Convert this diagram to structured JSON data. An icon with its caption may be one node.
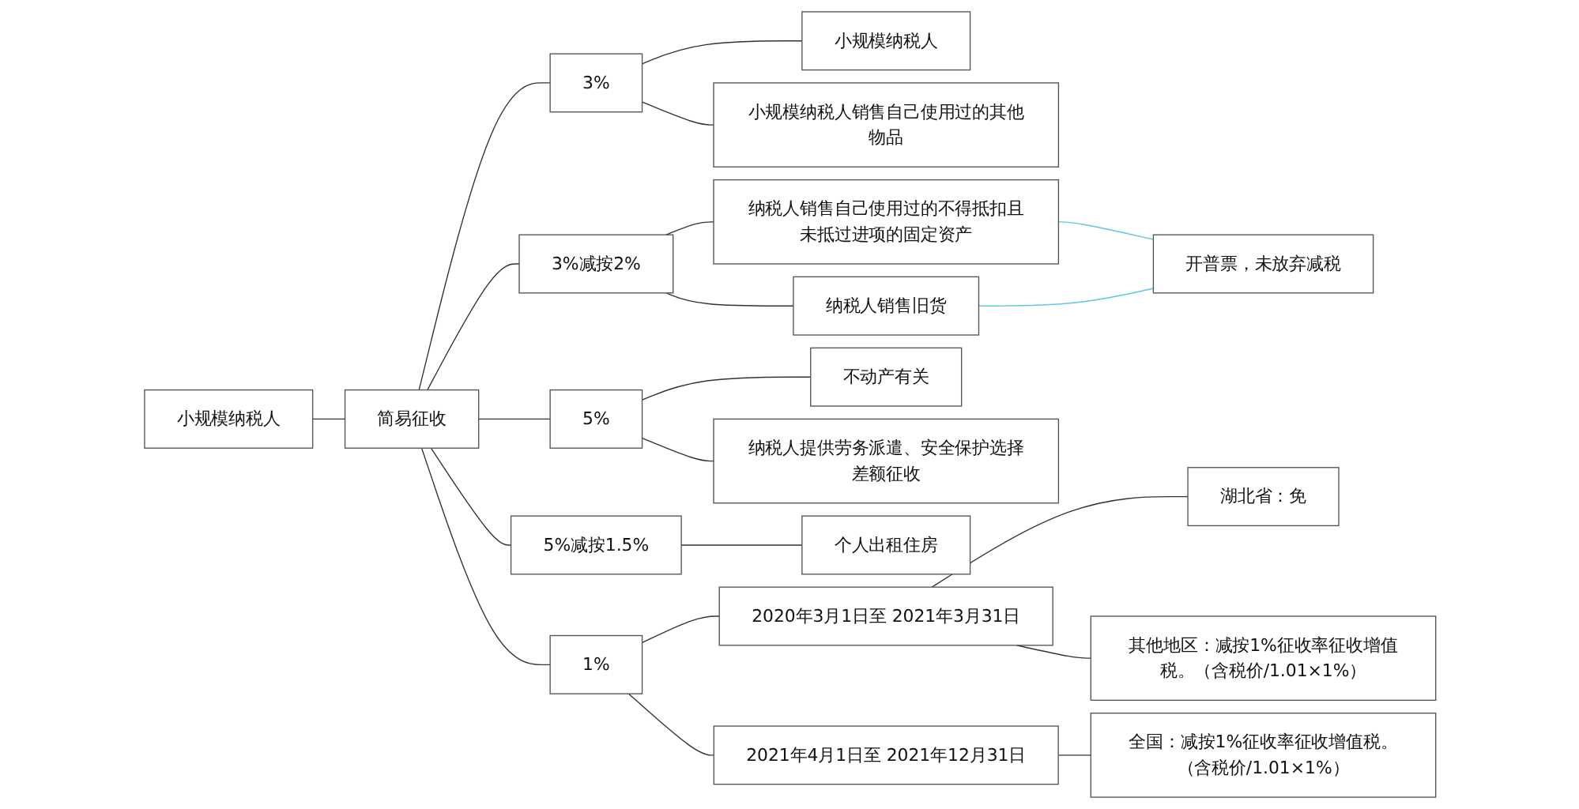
{
  "diagram": {
    "nodes": [
      {
        "text": [
          "小规模纳税人"
        ]
      },
      {
        "text": [
          "简易征收"
        ]
      },
      {
        "text": [
          "3%"
        ]
      },
      {
        "text": [
          "小规模纳税人"
        ]
      },
      {
        "text": [
          "小规模纳税人销售自己使用过的其他物品"
        ]
      },
      {
        "text": [
          "3%减按2%"
        ]
      },
      {
        "text": [
          "纳税人销售自己使用过的不得抵扣且未抵过进项的固定资产"
        ]
      },
      {
        "text": [
          "纳税人销售旧货"
        ]
      },
      {
        "text": [
          "开普票，未放弃减税"
        ]
      },
      {
        "text": [
          "5%"
        ]
      },
      {
        "text": [
          "不动产有关"
        ]
      },
      {
        "text": [
          "纳税人提供劳务派遣、安全保护选择差额征收"
        ]
      },
      {
        "text": [
          "5%减按1.5%"
        ]
      },
      {
        "text": [
          "个人出租住房"
        ]
      },
      {
        "text": [
          "1%"
        ]
      },
      {
        "text": [
          "2020年3月1日至 2021年3月31日"
        ]
      },
      {
        "text": [
          "湖北省：免"
        ]
      },
      {
        "text": [
          "其他地区：减按1%征收率征收增值税。（含税价/1.01×1%）"
        ]
      },
      {
        "text": [
          "2021年4月1日至 2021年12月31日"
        ]
      },
      {
        "text": [
          "全国：减按1%征收率征收增值税。（含税价/1.01×1%）"
        ]
      }
    ],
    "edges": [
      {
        "from": 0,
        "to": 1,
        "arrow": "none"
      },
      {
        "from": 1,
        "to": 2,
        "arrow": "none"
      },
      {
        "from": 2,
        "to": 3,
        "arrow": "none"
      },
      {
        "from": 2,
        "to": 4,
        "arrow": "none"
      },
      {
        "from": 1,
        "to": 5,
        "arrow": "none"
      },
      {
        "from": 5,
        "to": 6,
        "arrow": "none"
      },
      {
        "from": 5,
        "to": 7,
        "arrow": "none"
      },
      {
        "from": 6,
        "to": 8,
        "arrow": "none",
        "color": "#5ec8e0"
      },
      {
        "from": 7,
        "to": 8,
        "arrow": "none",
        "color": "#5ec8e0"
      },
      {
        "from": 1,
        "to": 9,
        "arrow": "none"
      },
      {
        "from": 9,
        "to": 10,
        "arrow": "none"
      },
      {
        "from": 9,
        "to": 11,
        "arrow": "none"
      },
      {
        "from": 1,
        "to": 12,
        "arrow": "none"
      },
      {
        "from": 12,
        "to": 13,
        "arrow": "none"
      },
      {
        "from": 1,
        "to": 14,
        "arrow": "none"
      },
      {
        "from": 14,
        "to": 15,
        "arrow": "none"
      },
      {
        "from": 15,
        "to": 16,
        "arrow": "none"
      },
      {
        "from": 15,
        "to": 17,
        "arrow": "none"
      },
      {
        "from": 14,
        "to": 18,
        "arrow": "none"
      },
      {
        "from": 18,
        "to": 19,
        "arrow": "none"
      }
    ]
  }
}
